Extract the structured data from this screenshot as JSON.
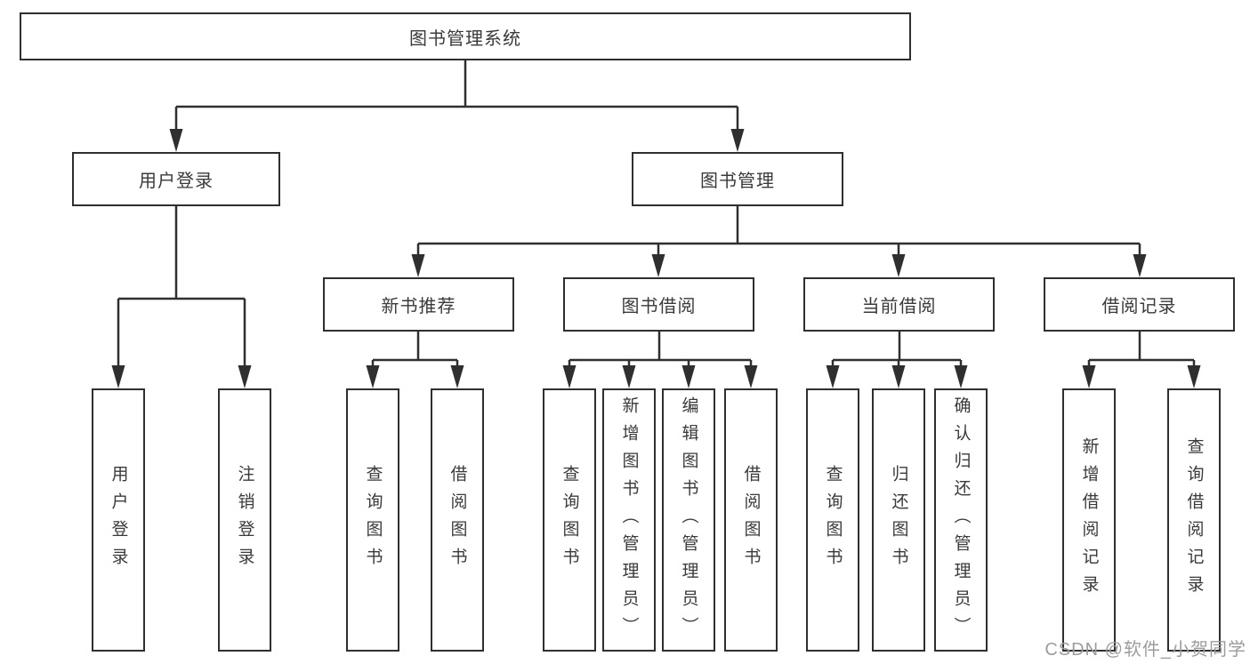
{
  "watermark": "CSDN @软件_小贺同学",
  "colors": {
    "line": "#2f2f2f",
    "text": "#3a3a3a",
    "background": "#ffffff",
    "watermark": "#9c9c9c"
  },
  "tree": {
    "root": "图书管理系统",
    "branches": [
      {
        "label": "用户登录",
        "children": [
          "用户登录",
          "注销登录"
        ]
      },
      {
        "label": "图书管理",
        "groups": [
          {
            "label": "新书推荐",
            "children": [
              "查询图书",
              "借阅图书"
            ]
          },
          {
            "label": "图书借阅",
            "children": [
              "查询图书",
              "新增图书（管理员）",
              "编辑图书（管理员）",
              "借阅图书"
            ]
          },
          {
            "label": "当前借阅",
            "children": [
              "查询图书",
              "归还图书",
              "确认归还（管理员）"
            ]
          },
          {
            "label": "借阅记录",
            "children": [
              "新增借阅记录",
              "查询借阅记录"
            ]
          }
        ]
      }
    ]
  }
}
